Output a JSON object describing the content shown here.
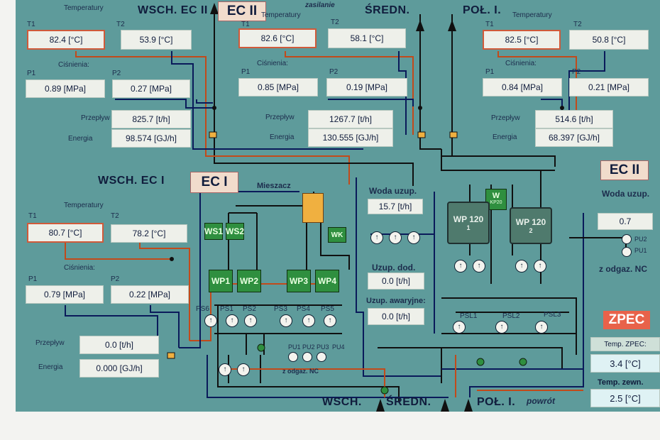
{
  "ec2": {
    "header": "WSCH. EC II",
    "tag": "EC II",
    "temp_label": "Temperatury",
    "t1_label": "T1",
    "t1": "82.4 [°C]",
    "t2_label": "T2",
    "t2": "53.9 [°C]",
    "pressure_label": "Ciśnienia:",
    "p1_label": "P1",
    "p1": "0.89 [MPa]",
    "p2_label": "P2",
    "p2": "0.27 [MPa]",
    "flow_label": "Przepływ",
    "flow": "825.7 [t/h]",
    "energy_label": "Energia",
    "energy": "98.574 [GJ/h]"
  },
  "supply_label": "zasilanie",
  "srednie": {
    "header": "ŚREDN.",
    "temp_label": "Temperatury",
    "t1_label": "T1",
    "t1": "82.6 [°C]",
    "t2_label": "T2",
    "t2": "58.1 [°C]",
    "pressure_label": "Ciśnienia:",
    "p1_label": "P1",
    "p1": "0.85 [MPa]",
    "p2_label": "P2",
    "p2": "0.19 [MPa]",
    "flow_label": "Przepływ",
    "flow": "1267.7 [t/h]",
    "energy_label": "Energia",
    "energy": "130.555 [GJ/h]"
  },
  "pol": {
    "header": "POŁ. I.",
    "temp_label": "Temperatury",
    "t1_label": "T1",
    "t1": "82.5 [°C]",
    "t2_label": "T2",
    "t2": "50.8 [°C]",
    "pressure_label": "Ciśnienia:",
    "p1_label": "P1",
    "p1": "0.84 [MPa]",
    "p2_label": "P2",
    "p2": "0.21 [MPa]",
    "flow_label": "Przepływ",
    "flow": "514.6 [t/h]",
    "energy_label": "Energia",
    "energy": "68.397 [GJ/h]"
  },
  "ec1": {
    "header": "WSCH. EC I",
    "tag": "EC I",
    "temp_label": "Temperatury",
    "t1_label": "T1",
    "t1": "80.7 [°C]",
    "t2_label": "T2",
    "t2": "78.2 [°C]",
    "pressure_label": "Ciśnienia:",
    "p1_label": "P1",
    "p1": "0.79 [MPa]",
    "p2_label": "P2",
    "p2": "0.22 [MPa]",
    "flow_label": "Przepływ",
    "flow": "0.0 [t/h]",
    "energy_label": "Energia",
    "energy": "0.000 [GJ/h]"
  },
  "mixer_label": "Mieszacz",
  "ws1": "WS1",
  "ws2": "WS2",
  "wk": "WK",
  "wp1": "WP1",
  "wp2": "WP2",
  "wp3": "WP3",
  "wp4": "WP4",
  "ps_labels": [
    "PS6",
    "PS1",
    "PS2",
    "PS3",
    "PS4",
    "PS5"
  ],
  "pu_labels": [
    "PU1",
    "PU2",
    "PU3",
    "PU4"
  ],
  "odgaz_nc_small": "z odgaz. NC",
  "woda_uzup": {
    "label": "Woda uzup.",
    "value": "15.7 [t/h]"
  },
  "uzup_dod": {
    "label": "Uzup. dod.",
    "value": "0.0 [t/h]"
  },
  "uzup_awaryjne": {
    "label": "Uzup. awaryjne:",
    "value": "0.0 [t/h]"
  },
  "w_kp20": {
    "label": "W",
    "sub": "KP20"
  },
  "wp120_1": {
    "label": "WP 120",
    "sub": "1"
  },
  "wp120_2": {
    "label": "WP 120",
    "sub": "2"
  },
  "psl_labels": [
    "PSL1",
    "PSL2",
    "PSL3"
  ],
  "ec2_right": {
    "tag": "EC II",
    "woda_label": "Woda uzup.",
    "woda_value": "0.7",
    "pu1": "PU2",
    "pu2": "PU1",
    "odgaz_label": "z odgaz. NC"
  },
  "zpec": {
    "tag": "ZPEC",
    "temp_label": "Temp. ZPEC:",
    "temp_value": "3.4 [°C]",
    "zewn_label": "Temp. zewn.",
    "zewn_value": "2.5 [°C]"
  },
  "bottom": {
    "wsch": "WSCH.",
    "sredn": "ŚREDN.",
    "pol": "POŁ. I.",
    "return": "powrót"
  },
  "colors": {
    "background": "#5e9b9b",
    "pipe_dark": "#0a1a5a",
    "pipe_red": "#c24a1a",
    "pipe_black": "#101010",
    "tag_zpec": "#e8624a"
  }
}
